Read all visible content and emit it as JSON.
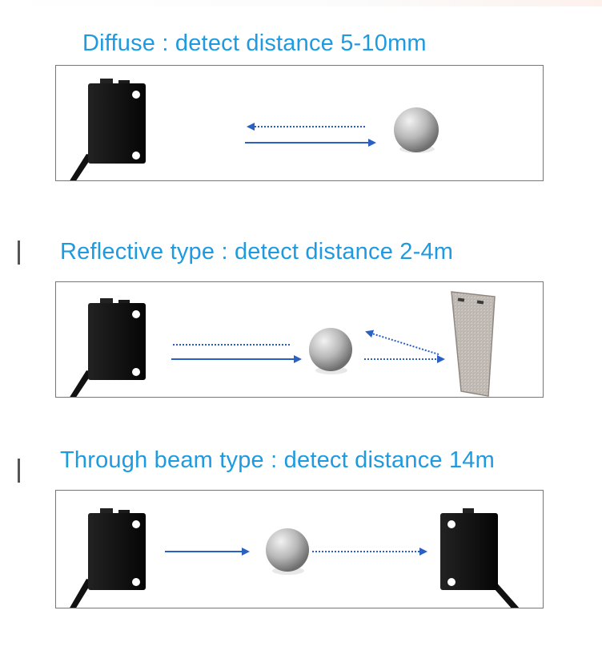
{
  "sections": [
    {
      "title": "Diffuse : detect distance 5-10mm"
    },
    {
      "title": "Reflective type : detect distance 2-4m"
    },
    {
      "title": "Through beam type : detect distance 14m"
    }
  ],
  "colors": {
    "title": "#1e9be0",
    "beam": "#2a5fc4",
    "sensor": "#111111",
    "border": "#777777"
  },
  "icons": [
    "photoelectric-sensor-icon",
    "target-ball-icon",
    "reflector-plate-icon",
    "beam-arrow-icon"
  ]
}
